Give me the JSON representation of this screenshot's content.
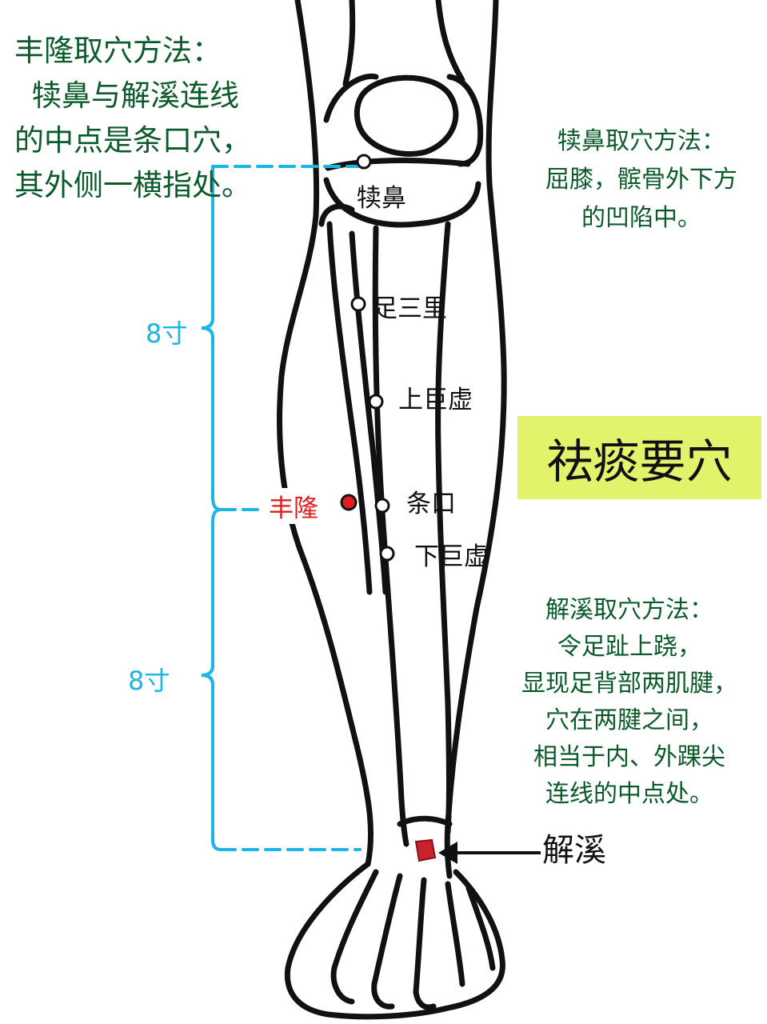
{
  "notes": {
    "fenglong_method": [
      "丰隆取穴方法：",
      "犊鼻与解溪连线",
      "的中点是条口穴，",
      "其外侧一横指处。"
    ],
    "dubi_method": [
      "犊鼻取穴方法：",
      "屈膝，髌骨外下方",
      "的凹陷中。"
    ],
    "jiexi_method": [
      "解溪取穴方法：",
      "令足趾上跷，",
      "显现足背部两肌腱，",
      "穴在两腱之间，",
      "相当于内、外踝尖",
      "连线的中点处。"
    ]
  },
  "points": {
    "dubi": "犊鼻",
    "zusanli": "足三里",
    "shangjuxu": "上巨虚",
    "tiaokou": "条口",
    "xiajuxu": "下巨虚",
    "fenglong": "丰隆",
    "jiexi": "解溪"
  },
  "measurements": {
    "upper": "8寸",
    "lower": "8寸"
  },
  "banner": "祛痰要穴",
  "colors": {
    "note_text": "#0b5a2a",
    "measure_cyan": "#1cb6e6",
    "highlight_red": "#e21d1d",
    "banner_bg": "#e2f36b"
  }
}
